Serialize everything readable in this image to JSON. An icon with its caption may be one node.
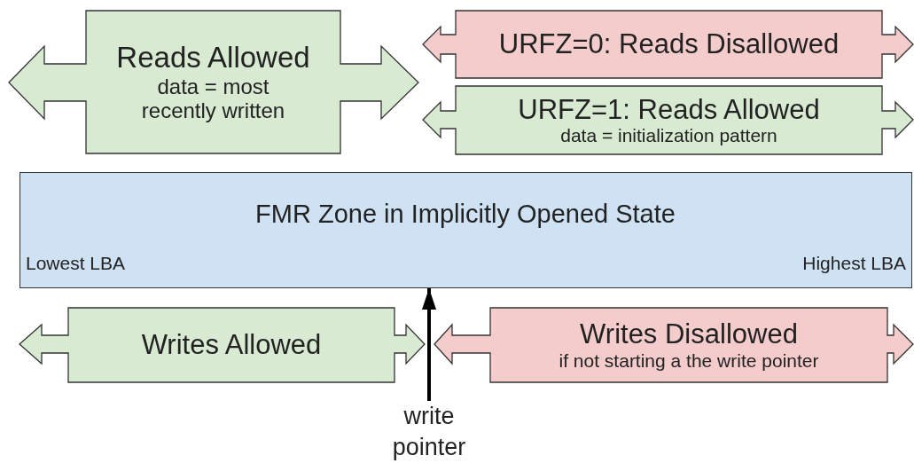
{
  "diagram": {
    "nodes": [
      {
        "text": [
          "Reads Allowed",
          "data = most recently written"
        ]
      },
      {
        "text": [
          "URFZ=0: Reads Disallowed"
        ]
      },
      {
        "text": [
          "URFZ=1: Reads Allowed",
          "data = initialization pattern"
        ]
      },
      {
        "text": [
          "FMR Zone in Implicitly Opened State",
          "Lowest LBA",
          "Highest LBA"
        ]
      },
      {
        "text": [
          "Writes Allowed"
        ]
      },
      {
        "text": [
          "Writes Disallowed",
          "if not starting a the write pointer"
        ]
      },
      {
        "text": [
          "write pointer"
        ]
      }
    ],
    "edges": [
      {
        "from": 6,
        "to": 3,
        "arrow": "to"
      }
    ]
  }
}
